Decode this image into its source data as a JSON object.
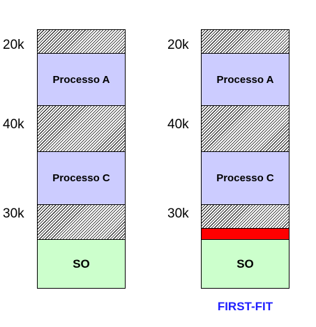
{
  "diagram": {
    "colors": {
      "process_fill": "#ccccff",
      "os_fill": "#ccffcc",
      "free_hatch": "#000000",
      "allocated_fill": "#ff0000",
      "caption_color": "#1f1fff"
    },
    "left_memory": {
      "blocks": [
        {
          "kind": "free",
          "size_label": "20k"
        },
        {
          "kind": "process",
          "label": "Processo A"
        },
        {
          "kind": "free",
          "size_label": "40k"
        },
        {
          "kind": "process",
          "label": "Processo C"
        },
        {
          "kind": "free",
          "size_label": "30k"
        },
        {
          "kind": "os",
          "label": "SO"
        }
      ]
    },
    "right_memory": {
      "blocks": [
        {
          "kind": "free",
          "size_label": "20k"
        },
        {
          "kind": "process",
          "label": "Processo A"
        },
        {
          "kind": "free",
          "size_label": "40k"
        },
        {
          "kind": "process",
          "label": "Processo C"
        },
        {
          "kind": "free",
          "size_label": "30k"
        },
        {
          "kind": "allocated"
        },
        {
          "kind": "os",
          "label": "SO"
        }
      ],
      "caption": "FIRST-FIT"
    }
  }
}
